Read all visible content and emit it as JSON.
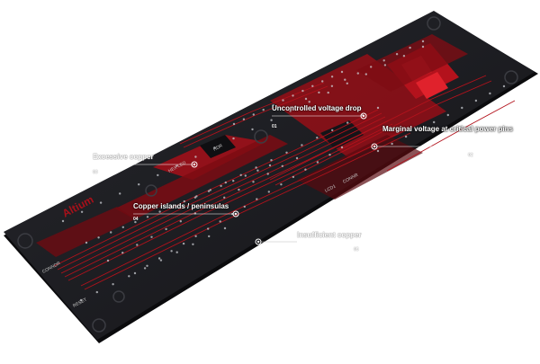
{
  "annotations": [
    {
      "label": "Uncontrolled voltage drop",
      "number": "01"
    },
    {
      "label": "Marginal voltage at critical power pins",
      "number": "02"
    },
    {
      "label": "Excessive copper",
      "number": "03"
    },
    {
      "label": "Copper islands / peninsulas",
      "number": "04"
    },
    {
      "label": "Insufficient copper",
      "number": "05"
    }
  ],
  "board": {
    "logo": "Altium",
    "silkscreen": [
      "LCD1",
      "CONNR",
      "HDR",
      "HEX LED",
      "CONNDR",
      "RESET"
    ]
  },
  "colors": {
    "board": "#1a1b1f",
    "copper": "#b3121c",
    "copper_bright": "#e0222c",
    "via": "#c9ccd2",
    "label": "#ffffff"
  }
}
